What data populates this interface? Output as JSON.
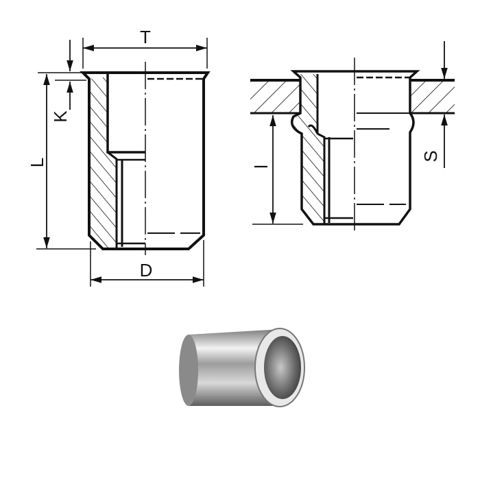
{
  "dimension_labels": {
    "T": "T",
    "K": "K",
    "L": "L",
    "D": "D",
    "l": "l",
    "S": "S"
  },
  "colors": {
    "line": "#111111",
    "background": "#ffffff"
  }
}
